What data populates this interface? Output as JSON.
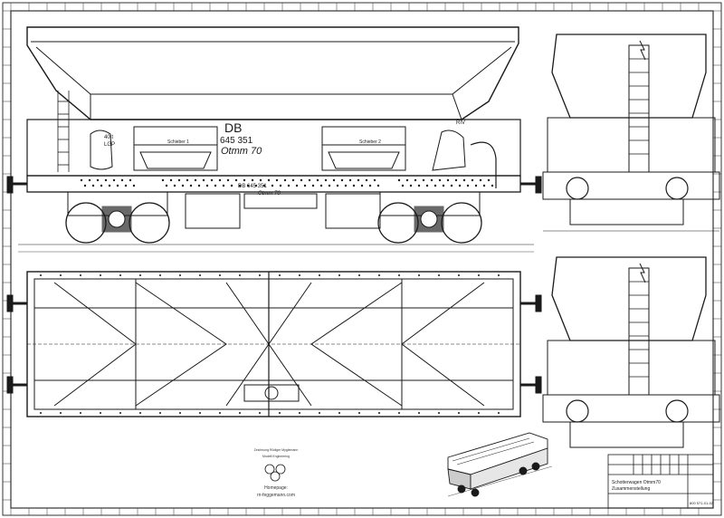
{
  "side_view": {
    "owner_mark": "DB",
    "wagon_number": "645 351",
    "wagon_class": "Otmm 70",
    "hatch_label_1": "Schieber 1",
    "hatch_label_2": "Schieber 2",
    "load_label": "40 t",
    "rail_label": "LGP",
    "rail_mark": "RIV",
    "lower_number": "DB 645 351",
    "lower_class": "Otmm 70"
  },
  "credits": {
    "line1": "Zeichnung Rüdiger Mygiemann",
    "line2": "Modell Engineering",
    "homepage_label": "Homepage:",
    "url": "rn-feggemann.com"
  },
  "title_block": {
    "title": "Schotterwagen Otmm70",
    "subtitle": "Zusammenstellung",
    "drawing_number": "800 571-01-02"
  },
  "colors": {
    "line": "#1a1a1a",
    "paper": "#ffffff",
    "frame": "#333333"
  }
}
